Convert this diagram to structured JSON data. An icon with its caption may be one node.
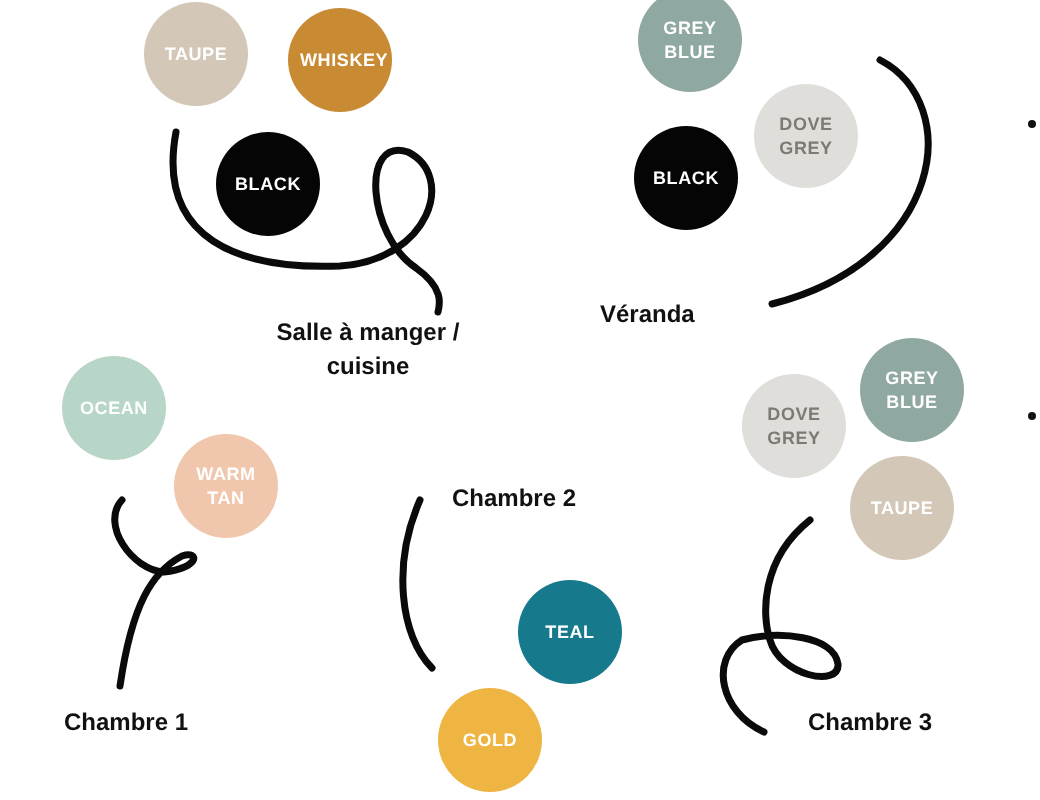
{
  "diagram": {
    "nodes": [
      {
        "text": [
          "TAUPE"
        ]
      },
      {
        "text": [
          "WHISKEY"
        ]
      },
      {
        "text": [
          "BLACK"
        ]
      },
      {
        "text": [
          "GREY BLUE"
        ]
      },
      {
        "text": [
          "DOVE GREY"
        ]
      },
      {
        "text": [
          "BLACK"
        ]
      },
      {
        "text": [
          "OCEAN"
        ]
      },
      {
        "text": [
          "WARM TAN"
        ]
      },
      {
        "text": [
          "DOVE GREY"
        ]
      },
      {
        "text": [
          "GREY BLUE"
        ]
      },
      {
        "text": [
          "TAUPE"
        ]
      },
      {
        "text": [
          "TEAL"
        ]
      },
      {
        "text": [
          "GOLD"
        ]
      }
    ],
    "labels": [
      "Salle à manger / cuisine",
      "Véranda",
      "Chambre 2",
      "Chambre 1",
      "Chambre 3"
    ]
  }
}
